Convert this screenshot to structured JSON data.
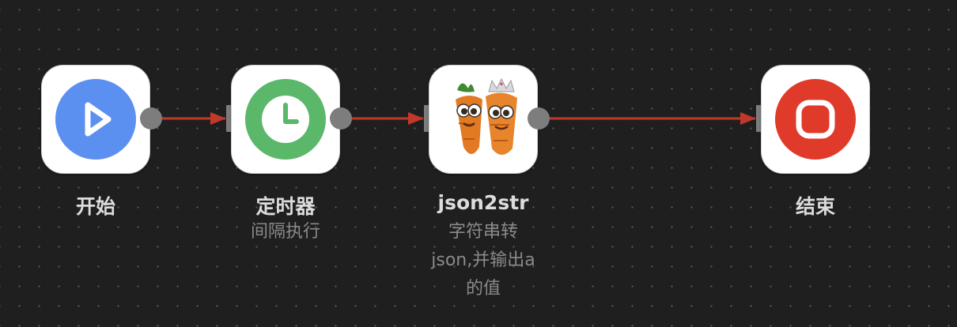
{
  "nodes": {
    "start": {
      "title": "开始",
      "subtitle": "",
      "icon": "play-icon",
      "color": "#5b8ff0"
    },
    "timer": {
      "title": "定时器",
      "subtitle": "间隔执行",
      "icon": "clock-icon",
      "color": "#5bb76a"
    },
    "json": {
      "title": "json2str",
      "subtitle_lines": [
        "字符串转",
        "json,并输出a",
        "的值"
      ],
      "icon": "carrot-avatar-icon"
    },
    "end": {
      "title": "结束",
      "subtitle": "",
      "icon": "stop-icon",
      "color": "#e03a2a"
    }
  },
  "edge_color": "#c0392b"
}
